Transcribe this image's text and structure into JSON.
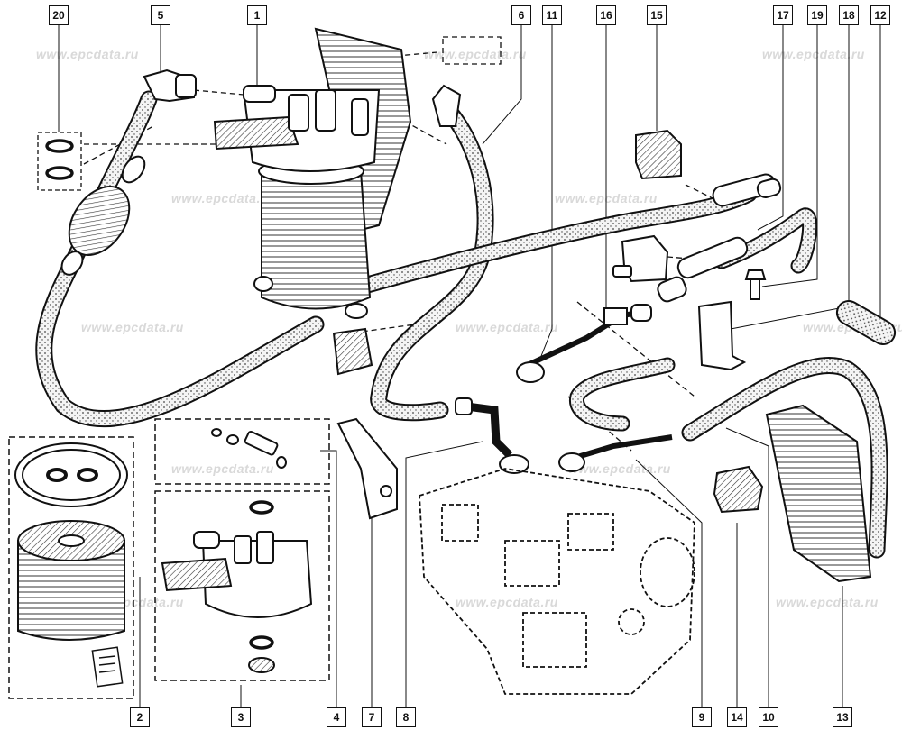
{
  "watermark": "www.epcdata.ru",
  "callouts_top": [
    "20",
    "5",
    "1",
    "6",
    "11",
    "16",
    "15",
    "17",
    "19",
    "18",
    "12"
  ],
  "callouts_bottom": [
    "2",
    "3",
    "4",
    "7",
    "8",
    "9",
    "14",
    "10",
    "13"
  ],
  "colors": {
    "line": "#111111",
    "hose_fill": "#f4f4f4",
    "watermark": "#d9d9d9"
  }
}
